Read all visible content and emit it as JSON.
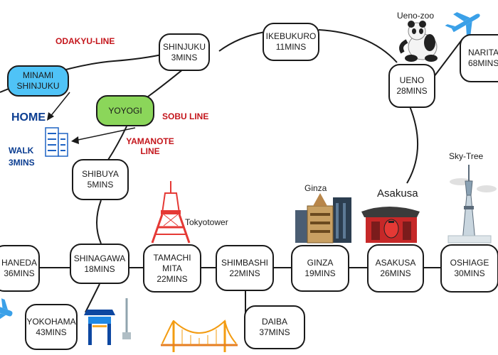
{
  "lines": {
    "odakyu": "ODAKYU-LINE",
    "sobu": "SOBU LINE",
    "yamanote_1": "YAMANOTE",
    "yamanote_2": "LINE"
  },
  "home": {
    "label": "HOME",
    "walk_1": "WALK",
    "walk_2": "3MINS"
  },
  "landmarks": {
    "ueno_zoo": "Ueno-zoo",
    "sky_tree": "Sky-Tree",
    "ginza": "Ginza",
    "asakusa": "Asakusa",
    "tokyo_tower": "Tokyotower"
  },
  "stations": {
    "minami_shinjuku": {
      "l1": "MINAMI",
      "l2": "SHINJUKU"
    },
    "shinjuku": {
      "l1": "SHINJUKU",
      "l2": "3MINS"
    },
    "ikebukuro": {
      "l1": "IKEBUKURO",
      "l2": "11MINS"
    },
    "ueno": {
      "l1": "UENO",
      "l2": "28MINS"
    },
    "narita": {
      "l1": "NARITA",
      "l2": "68MINS"
    },
    "yoyogi": {
      "l1": "YOYOGI"
    },
    "shibuya": {
      "l1": "SHIBUYA",
      "l2": "5MINS"
    },
    "haneda": {
      "l1": "HANEDA",
      "l2": "36MINS"
    },
    "shinagawa": {
      "l1": "SHINAGAWA",
      "l2": "18MINS"
    },
    "tamachi_mita": {
      "l1": "TAMACHI",
      "l2": "MITA",
      "l3": "22MINS"
    },
    "shimbashi": {
      "l1": "SHIMBASHI",
      "l2": "22MINS"
    },
    "ginza": {
      "l1": "GINZA",
      "l2": "19MINS"
    },
    "asakusa": {
      "l1": "ASAKUSA",
      "l2": "26MINS"
    },
    "oshiage": {
      "l1": "OSHIAGE",
      "l2": "30MINS"
    },
    "yokohama": {
      "l1": "YOKOHAMA",
      "l2": "43MINS"
    },
    "daiba": {
      "l1": "DAIBA",
      "l2": "37MINS"
    }
  },
  "colors": {
    "minami_shinjuku_fill": "#4fc3f7",
    "yoyogi_fill": "#8bd65a",
    "line_label": "#c4161c",
    "home_label": "#0b3d91",
    "building_icon": "#1e63c4",
    "airplane_icon": "#3aa0e8",
    "tokyo_tower_icon": "#e53935",
    "rainbow_bridge_icon": "#f39c12"
  },
  "icons": [
    "panda-icon",
    "airplane-icon",
    "building-icon",
    "tokyo-tower-icon",
    "sky-tree-icon",
    "ginza-building-icon",
    "kaminarimon-gate-icon",
    "chinatown-gate-icon",
    "rainbow-bridge-icon",
    "marine-tower-icon"
  ]
}
